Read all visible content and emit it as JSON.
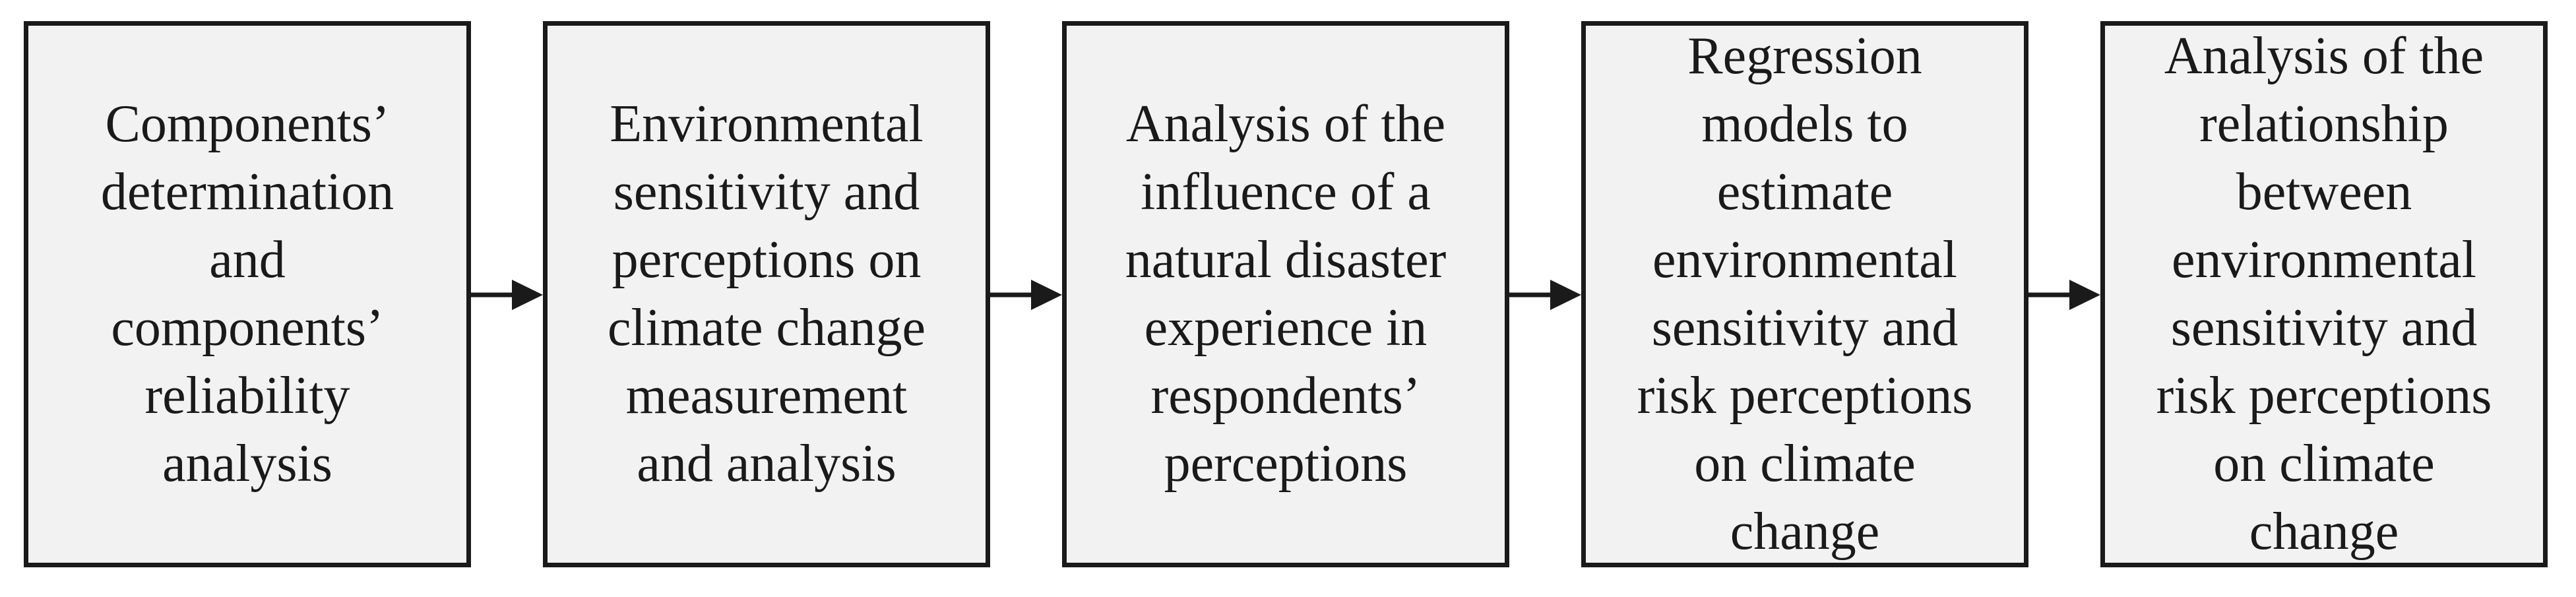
{
  "steps": [
    {
      "text": "Components’\ndetermination\nand\ncomponents’\nreliability\nanalysis"
    },
    {
      "text": "Environmental\nsensitivity  and\nperceptions on\nclimate change\nmeasurement\nand analysis"
    },
    {
      "text": "Analysis of the\ninfluence of a\nnatural disaster\nexperience in\nrespondents’\nperceptions"
    },
    {
      "text": "Regression\nmodels to\nestimate\nenvironmental\nsensitivity and\nrisk perceptions\non climate\nchange"
    },
    {
      "text": "Analysis of the\nrelationship\nbetween\nenvironmental\nsensitivity and\nrisk perceptions\non climate\nchange"
    }
  ],
  "colors": {
    "box_fill": "#f2f2f2",
    "stroke": "#1a1a1a"
  }
}
